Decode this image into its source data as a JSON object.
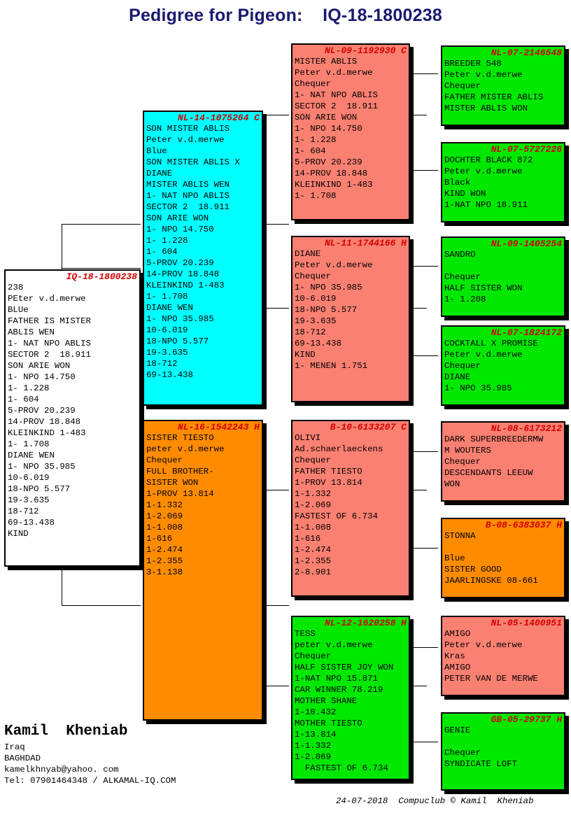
{
  "header": {
    "title": "Pedigree for Pigeon:    IQ-18-1800238"
  },
  "colors": {
    "title": "#191970",
    "ring_number": "#d40000",
    "cyan": "#00ffff",
    "orange": "#ff8c00",
    "pink": "#fa8072",
    "green": "#00e800",
    "white": "#ffffff"
  },
  "subject": {
    "ring": "IQ-18-1800238",
    "sex": "",
    "color_class": "white",
    "lines": [
      "238",
      "PEter v.d.merwe",
      "BLUe",
      "FATHER IS MISTER",
      "ABLIS WEN",
      "1- NAT NPO ABLIS",
      "SECTOR 2  18.911",
      "SON ARIE WON",
      "1- NPO 14.750",
      "1- 1.228",
      "1- 604",
      "5-PROV 20.239",
      "14-PROV 18.848",
      "KLEINKIND 1-483",
      "1- 1.708",
      "DIANE WEN",
      "1- NPO 35.985",
      "10-6.019",
      "18-NPO 5.577",
      "19-3.635",
      "18-712",
      "69-13.438",
      "KIND"
    ]
  },
  "generation2": [
    {
      "ring": "NL-14-1075264",
      "sex": "C",
      "color_class": "cyan",
      "lines": [
        "SON MISTER ABLIS",
        "Peter v.d.merwe",
        "Blue",
        "SON MISTER ABLIS X",
        "DIANE",
        "MISTER ABLIS WEN",
        "1- NAT NPO ABLIS",
        "SECTOR 2  18.911",
        "SON ARIE WON",
        "1- NPO 14.750",
        "1- 1.228",
        "1- 604",
        "5-PROV 20.239",
        "14-PROV 18.848",
        "KLEINKIND 1-483",
        "1- 1.708",
        "DIANE WEN",
        "1- NPO 35.985",
        "10-6.019",
        "18-NPO 5.577",
        "19-3.635",
        "18-712",
        "69-13.438"
      ]
    },
    {
      "ring": "NL-16-1542243",
      "sex": "H",
      "color_class": "orange",
      "lines": [
        "SISTER TIESTO",
        "peter v.d.merwe",
        "Chequer",
        "FULL BROTHER-",
        "SISTER WON",
        "1-PROV 13.814",
        "1-1.332",
        "1-2.069",
        "1-1.008",
        "1-616",
        "1-2.474",
        "1-2.355",
        "3-1.138"
      ]
    }
  ],
  "generation3": [
    {
      "ring": "NL-09-1192930",
      "sex": "C",
      "color_class": "pink",
      "lines": [
        "MISTER ABLIS",
        "Peter v.d.merwe",
        "Chequer",
        "1- NAT NPO ABLIS",
        "SECTOR 2  18.911",
        "SON ARIE WON",
        "1- NPO 14.750",
        "1- 1.228",
        "1- 604",
        "5-PROV 20.239",
        "14-PROV 18.848",
        "KLEINKIND 1-483",
        "1- 1.708"
      ]
    },
    {
      "ring": "NL-11-1744166",
      "sex": "H",
      "color_class": "pink",
      "lines": [
        "DIANE",
        "Peter v.d.merwe",
        "Chequer",
        "1- NPO 35.985",
        "10-6.019",
        "18-NPO 5.577",
        "19-3.635",
        "18-712",
        "69-13.438",
        "KIND",
        "1- MENEN 1.751"
      ]
    },
    {
      "ring": "B-10-6133207",
      "sex": "C",
      "color_class": "pink",
      "lines": [
        "OLIVI",
        "Ad.schaerlaeckens",
        "Chequer",
        "FATHER TIESTO",
        "1-PROV 13.814",
        "1-1.332",
        "1-2.069",
        "FASTEST OF 6.734",
        "1-1.008",
        "1-616",
        "1-2.474",
        "1-2.355",
        "2-8.901"
      ]
    },
    {
      "ring": "NL-12-1620258",
      "sex": "H",
      "color_class": "green",
      "lines": [
        "TESS",
        "peter v.d.merwe",
        "Chequer",
        "HALF SISTER JOY WON",
        "1-NAT NPO 15.871",
        "CAR WINNER 78.219",
        "MOTHER SHANE",
        "1-10.432",
        "MOTHER TIESTO",
        "1-13.814",
        "1-1.332",
        "1-2.069",
        "  FASTEST OF 6.734"
      ]
    }
  ],
  "generation4": [
    {
      "ring": "NL-07-2146548",
      "sex": "",
      "color_class": "green",
      "lines": [
        "BREEDER 548",
        "Peter v.d.merwe",
        "Chequer",
        "FATHER MISTER ABLIS",
        "MISTER ABLIS WON"
      ]
    },
    {
      "ring": "NL-07-5727226",
      "sex": "",
      "color_class": "green",
      "lines": [
        "DOCHTER BLACK 872",
        "Peter v.d.merwe",
        "Black",
        "KIND WON",
        "1-NAT NPO 18.911"
      ]
    },
    {
      "ring": "NL-09-1405254",
      "sex": "",
      "color_class": "green",
      "lines": [
        "SANDRO",
        "",
        "Chequer",
        "HALF SISTER WON",
        "1- 1.208"
      ]
    },
    {
      "ring": "NL-07-1824172",
      "sex": "",
      "color_class": "green",
      "lines": [
        "COCKTALL X PROMISE",
        "Peter v.d.merwe",
        "Chequer",
        "DIANE",
        "1- NPO 35.985"
      ]
    },
    {
      "ring": "NL-08-6173212",
      "sex": "",
      "color_class": "pink",
      "lines": [
        "DARK SUPERBREEDERMW",
        "M WOUTERS",
        "Chequer",
        "DESCENDANTS LEEUW",
        "WON"
      ]
    },
    {
      "ring": "B-08-6383037",
      "sex": "H",
      "color_class": "orange",
      "lines": [
        "STONNA",
        "",
        "Blue",
        "SISTER GOOD",
        "JAARLINGSKE 08-661"
      ]
    },
    {
      "ring": "NL-05-1400951",
      "sex": "",
      "color_class": "pink",
      "lines": [
        "AMIGO",
        "Peter v.d.merwe",
        "Kras",
        "AMIGO",
        "PETER VAN DE MERWE"
      ]
    },
    {
      "ring": "GB-05-29737",
      "sex": "H",
      "color_class": "green",
      "lines": [
        "GENIE",
        "",
        "Chequer",
        "SYNDICATE LOFT"
      ]
    }
  ],
  "footer": {
    "owner_name": "Kamil  Kheniab",
    "owner_lines": [
      "Iraq",
      "BAGHDAD",
      "kamelkhnyab@yahoo. com",
      "Tel: 07901464348 / ALKAMAL-IQ.COM"
    ],
    "credit": "24-07-2018  Compuclub © Kamil  Kheniab"
  }
}
